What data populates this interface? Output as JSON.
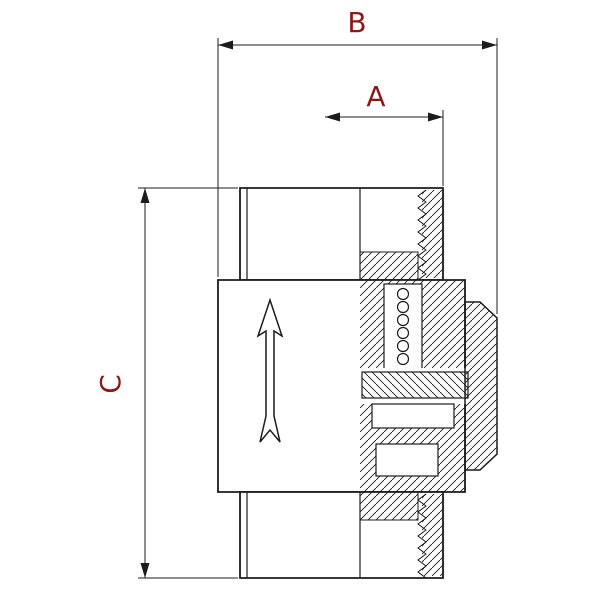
{
  "drawing": {
    "kind": "technical-drawing",
    "subject": "check-valve-cross-section",
    "dimension_labels": {
      "b": "B",
      "a": "A",
      "c": "C"
    },
    "symbols": {
      "flow_arrow": "upward-flow-direction-arrow"
    },
    "colors": {
      "line": "#1c1c1c",
      "dimension_label": "#8a1a1a",
      "background": "#ffffff"
    }
  }
}
